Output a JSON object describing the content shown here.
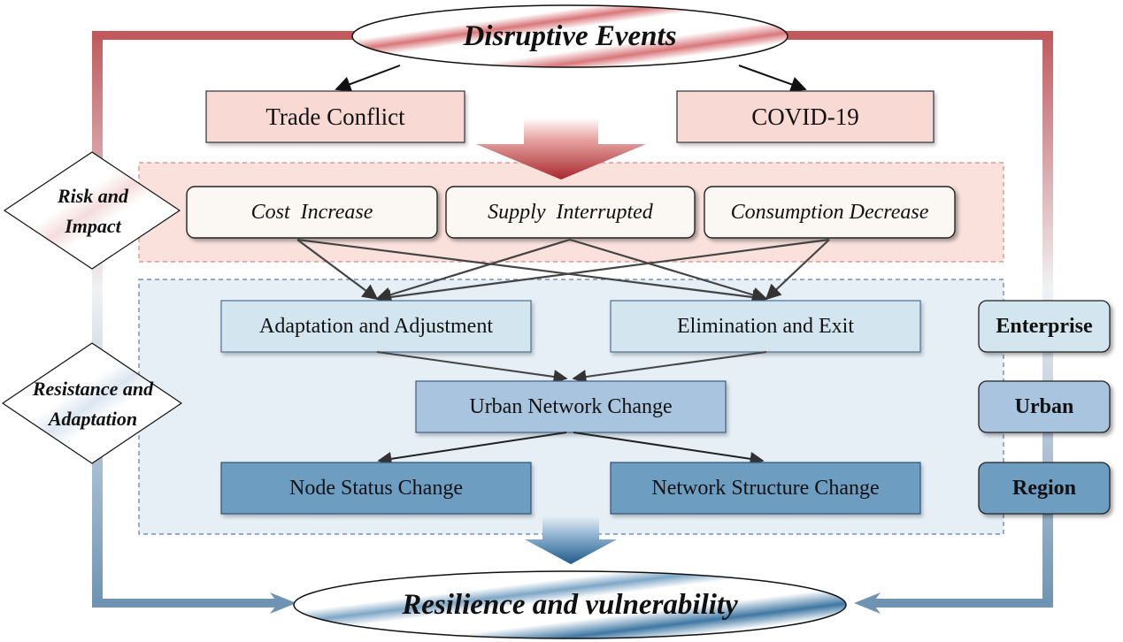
{
  "top_event": "Disruptive Events",
  "events": [
    "Trade Conflict",
    "COVID-19"
  ],
  "section_risk": {
    "label_line1": "Risk and",
    "label_line2": "Impact",
    "items": [
      "Cost  Increase",
      "Supply  Interrupted",
      "Consumption Decrease"
    ]
  },
  "section_resistance": {
    "label_line1": "Resistance and",
    "label_line2": "Adaptation",
    "enterprise_responses": [
      "Adaptation and Adjustment",
      "Elimination and Exit"
    ],
    "urban_change": "Urban Network Change",
    "region_changes": [
      "Node Status Change",
      "Network Structure Change"
    ]
  },
  "levels": [
    "Enterprise",
    "Urban",
    "Region"
  ],
  "bottom_outcome": "Resilience and vulnerability",
  "colors": {
    "top_frame": "#c0585c",
    "bottom_frame": "#6f93b3",
    "event_fill": "#f9d9d4",
    "risk_zone_fill": "#fbe1dc",
    "risk_item_fill": "#fbf8f4",
    "resist_zone_fill": "#e6eef6",
    "enterprise_fill": "#d3e6f0",
    "urban_fill": "#a9c4df",
    "region_fill": "#6e9dc2",
    "arrow_dark_red": "#a8282e",
    "arrow_dark_blue": "#1f5a8a"
  }
}
